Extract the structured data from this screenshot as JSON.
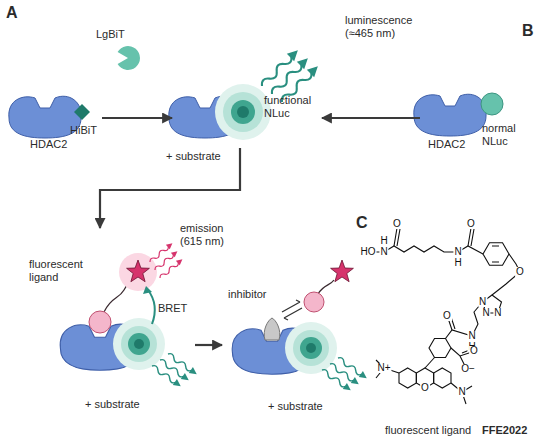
{
  "diagram": {
    "nodes": [
      {
        "text": [
          "HDAC2"
        ]
      },
      {
        "text": [
          "functional NLuc"
        ]
      },
      {
        "text": [
          "HDAC2",
          "normal NLuc"
        ]
      },
      {
        "text": [
          "fluorescent ligand"
        ]
      },
      {
        "text": [
          "inhibitor"
        ]
      }
    ],
    "edges": [
      {
        "from": 0,
        "to": 1,
        "arrow": "to"
      },
      {
        "from": 2,
        "to": 1,
        "arrow": "to"
      },
      {
        "from": 1,
        "to": 3,
        "arrow": "to"
      },
      {
        "from": 3,
        "to": 4,
        "arrow": "to"
      }
    ],
    "labels": [
      "A",
      "B",
      "C",
      "LgBiT",
      "HiBiT",
      "luminescence (≈465 nm)",
      "+ substrate",
      "emission (615 nm)",
      "BRET",
      "+ substrate",
      "+ substrate",
      "fluorescent ligand",
      "FFE2022",
      "HO",
      "N",
      "H",
      "O",
      "N",
      "H",
      "O",
      "O",
      "N",
      "N",
      "N",
      "N",
      "H",
      "O",
      "O",
      "O−",
      "N+",
      "O",
      "N"
    ]
  }
}
